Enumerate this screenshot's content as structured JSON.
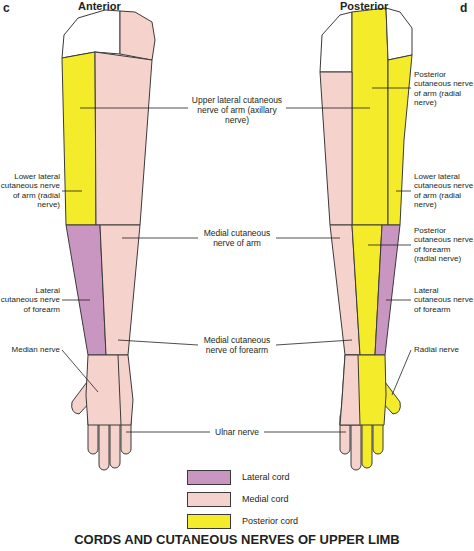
{
  "diagram": {
    "title": "CORDS AND CUTANEOUS NERVES OF UPPER LIMB",
    "labels": [
      "c",
      "Anterior",
      "Posterior",
      "d",
      "Upper lateral cutaneous nerve of arm (axillary nerve)",
      "Posterior cutaneous nerve of arm (radial nerve)",
      "Lower lateral cutaneous nerve of arm (radial nerve)",
      "Lower lateral cutaneous nerve of arm (radial nerve)",
      "Medial cutaneous nerve of arm",
      "Posterior cutaneous nerve of forearm (radial nerve)",
      "Lateral cutaneous nerve of forearm",
      "Lateral cutaneous nerve of forearm",
      "Medial cutaneous nerve of forearm",
      "Median nerve",
      "Radial nerve",
      "Ulnar nerve"
    ],
    "legend": [
      {
        "text": "Lateral cord",
        "color": "#c996c2"
      },
      {
        "text": "Medial cord",
        "color": "#f6d2cc"
      },
      {
        "text": "Posterior cord",
        "color": "#f4ec2b"
      }
    ]
  }
}
